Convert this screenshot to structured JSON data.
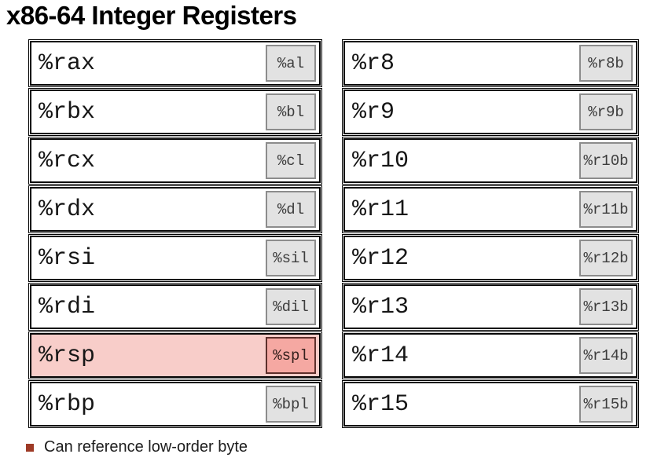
{
  "title": "x86-64 Integer Registers",
  "bullet": {
    "text": "Can reference low-order byte"
  },
  "colors": {
    "box_border": "#000000",
    "low_box_fill": "#e2e2e2",
    "low_box_border": "#8c8c8c",
    "highlight_fill": "#f8cdc9",
    "highlight_low_fill": "#f5a8a2",
    "highlight_low_border": "#5d2f2b",
    "bullet_square": "#9e3a26"
  },
  "registers": {
    "left": [
      {
        "name": "%rax",
        "low": "%al",
        "highlight": false
      },
      {
        "name": "%rbx",
        "low": "%bl",
        "highlight": false
      },
      {
        "name": "%rcx",
        "low": "%cl",
        "highlight": false
      },
      {
        "name": "%rdx",
        "low": "%dl",
        "highlight": false
      },
      {
        "name": "%rsi",
        "low": "%sil",
        "highlight": false
      },
      {
        "name": "%rdi",
        "low": "%dil",
        "highlight": false
      },
      {
        "name": "%rsp",
        "low": "%spl",
        "highlight": true
      },
      {
        "name": "%rbp",
        "low": "%bpl",
        "highlight": false
      }
    ],
    "right": [
      {
        "name": "%r8",
        "low": "%r8b",
        "highlight": false
      },
      {
        "name": "%r9",
        "low": "%r9b",
        "highlight": false
      },
      {
        "name": "%r10",
        "low": "%r10b",
        "highlight": false
      },
      {
        "name": "%r11",
        "low": "%r11b",
        "highlight": false
      },
      {
        "name": "%r12",
        "low": "%r12b",
        "highlight": false
      },
      {
        "name": "%r13",
        "low": "%r13b",
        "highlight": false
      },
      {
        "name": "%r14",
        "low": "%r14b",
        "highlight": false
      },
      {
        "name": "%r15",
        "low": "%r15b",
        "highlight": false
      }
    ]
  }
}
